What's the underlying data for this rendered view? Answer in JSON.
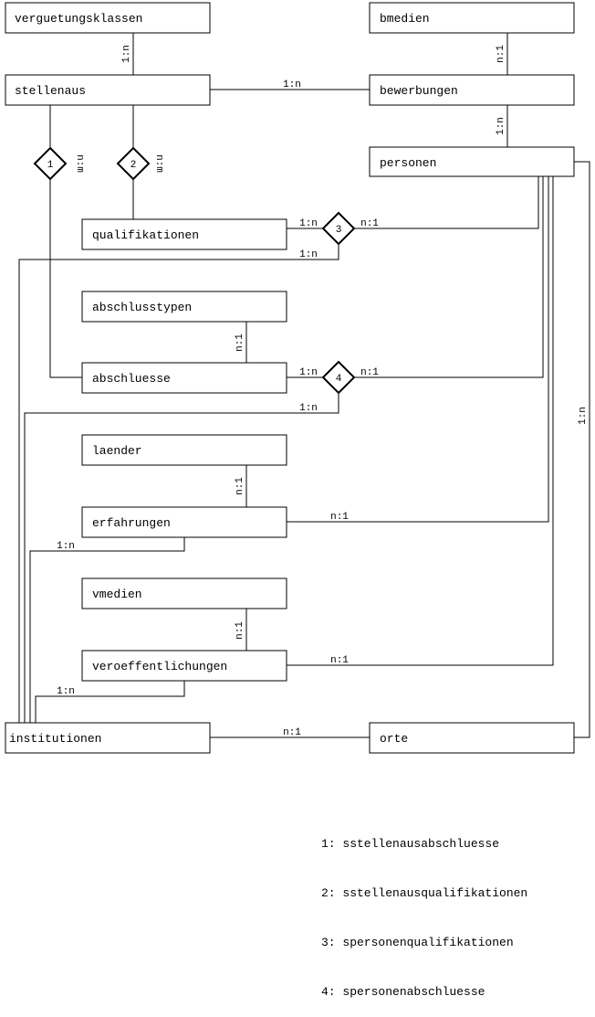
{
  "entities": {
    "verguetungsklassen": "verguetungsklassen",
    "bmedien": "bmedien",
    "stellenaus": "stellenaus",
    "bewerbungen": "bewerbungen",
    "personen": "personen",
    "qualifikationen": "qualifikationen",
    "abschlusstypen": "abschlusstypen",
    "abschluesse": "abschluesse",
    "laender": "laender",
    "erfahrungen": "erfahrungen",
    "vmedien": "vmedien",
    "veroeffentlichungen": "veroeffentlichungen",
    "institutionen": "institutionen",
    "orte": "orte"
  },
  "relationships": {
    "r1": "1",
    "r2": "2",
    "r3": "3",
    "r4": "4"
  },
  "cardinalities": {
    "verg_stell": "1:n",
    "bmed_bew": "n:1",
    "stell_bew": "1:n",
    "bew_pers": "1:n",
    "r1": "n:m",
    "r2": "n:m",
    "qual_r3": "1:n",
    "r3_pers": "n:1",
    "r3_inst": "1:n",
    "abschlt_absch": "n:1",
    "absch_r4": "1:n",
    "r4_pers": "n:1",
    "r4_inst": "1:n",
    "laend_erf": "n:1",
    "erf_pers": "n:1",
    "erf_inst": "1:n",
    "vmed_ver": "n:1",
    "ver_pers": "n:1",
    "ver_inst": "1:n",
    "inst_orte": "n:1",
    "pers_orte": "1:n"
  },
  "legend": [
    "1: sstellenausabschluesse",
    "2: sstellenausqualifikationen",
    "3: spersonenqualifikationen",
    "4: spersonenabschluesse"
  ]
}
